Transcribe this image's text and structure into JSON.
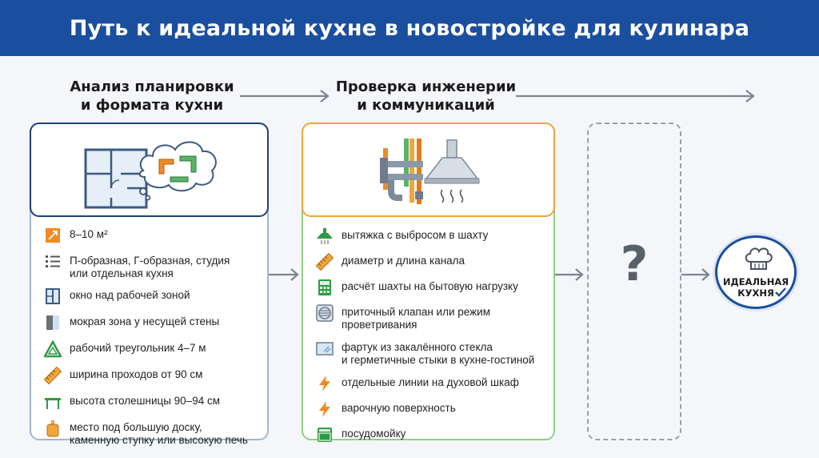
{
  "header": {
    "title": "Путь к идеальной кухне в новостройке для кулинара"
  },
  "stages": [
    {
      "title": "Анализ планировки\nи формата кухни",
      "items": [
        {
          "icon": "area-icon",
          "text": "8–10 м²"
        },
        {
          "icon": "list-icon",
          "text": "П-образная, Г-образная, студия\nили отдельная кухня"
        },
        {
          "icon": "window-icon",
          "text": "окно над рабочей зоной"
        },
        {
          "icon": "wall-icon",
          "text": "мокрая зона у несущей стены"
        },
        {
          "icon": "triangle-icon",
          "text": "рабочий треугольник 4–7 м"
        },
        {
          "icon": "ruler-icon",
          "text": "ширина проходов от 90 см"
        },
        {
          "icon": "table-icon",
          "text": "высота столешницы 90–94 см"
        },
        {
          "icon": "cutting-board-icon",
          "text": "место под большую доску,\nкаменную ступку или высокую печь"
        }
      ]
    },
    {
      "title": "Проверка инженерии\nи коммуникаций",
      "items": [
        {
          "icon": "hood-icon",
          "text": "вытяжка с выбросом в шахту"
        },
        {
          "icon": "ruler-icon",
          "text": "диаметр и длина канала"
        },
        {
          "icon": "calculator-icon",
          "text": "расчёт шахты на бытовую нагрузку"
        },
        {
          "icon": "vent-icon",
          "text": "приточный клапан или режим\nпроветривания"
        },
        {
          "icon": "glass-icon",
          "text": "фартук из закалённого стекла\nи герметичные стыки в кухне-гостиной"
        },
        {
          "icon": "lightning-icon",
          "text": "отдельные линии на духовой шкаф"
        },
        {
          "icon": "lightning-icon",
          "text": "варочную поверхность"
        },
        {
          "icon": "dishwasher-icon",
          "text": "посудомойку"
        }
      ]
    }
  ],
  "unknown": {
    "label": "?"
  },
  "goal": {
    "label": "ИДЕАЛЬНАЯ\nКУХНЯ",
    "icon": "chef-hat-icon"
  },
  "colors": {
    "banner": "#1a4fa0",
    "stage1_border": "#1f3f7a",
    "stage2_border": "#f2a43c",
    "list2_border": "#8fcf84",
    "accent_orange": "#f08a24"
  }
}
